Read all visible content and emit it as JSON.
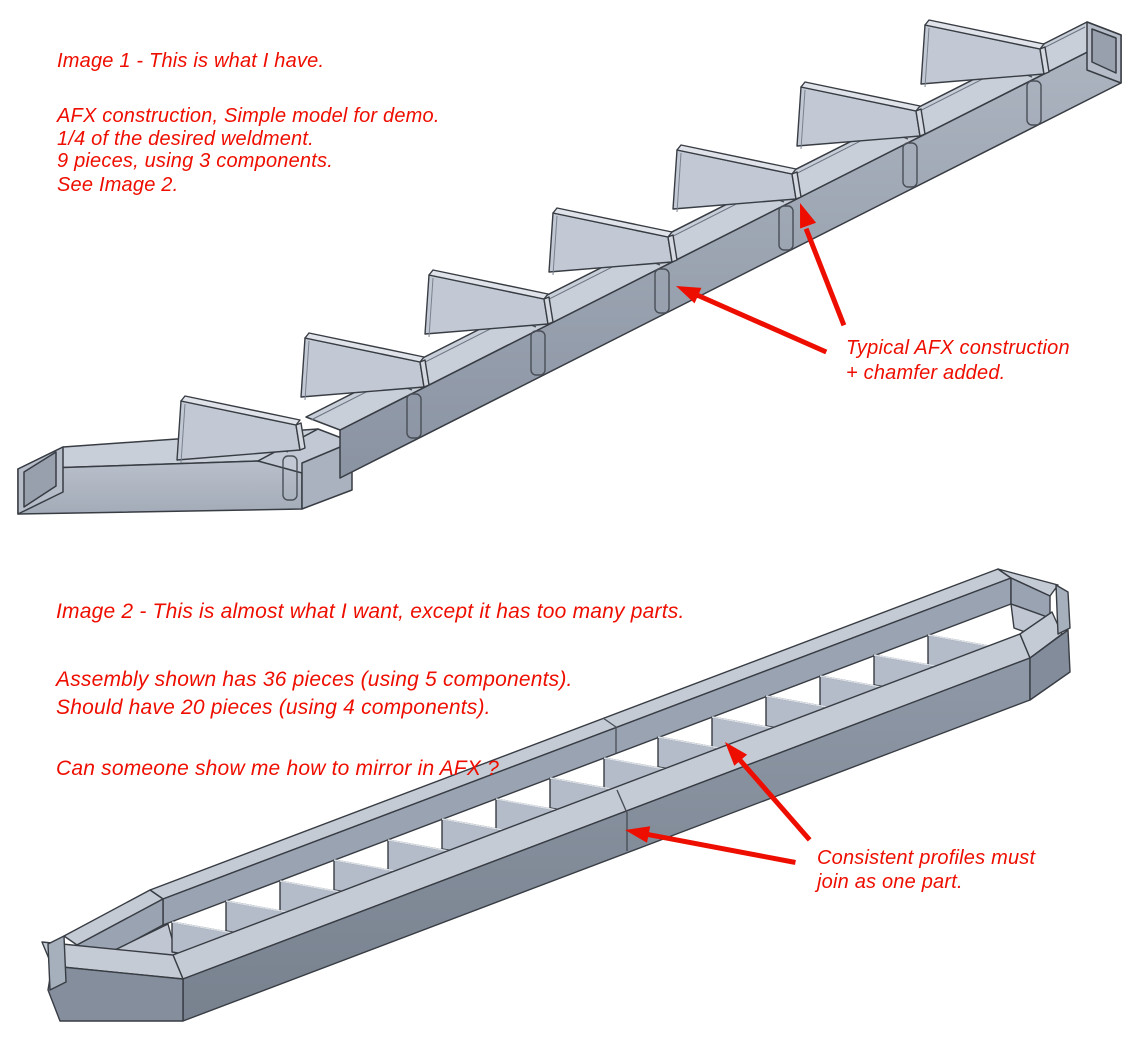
{
  "page": {
    "background": "#ffffff",
    "description": "Two annotated CAD weldment screenshots stacked vertically"
  },
  "colors": {
    "annotation_red": "#ee0e00",
    "model_top_face": "#c9cfd9",
    "model_front_face": "#9aa2b1",
    "model_dark_face": "#828c9b",
    "model_fin_face": "#c2c9d4",
    "model_rung_face": "#b4bcc9",
    "outline": "#383c43"
  },
  "image1": {
    "title": "Image 1 - This is what I have.",
    "body": [
      "AFX construction, Simple model for demo.",
      "1/4 of the desired weldment.",
      "9 pieces, using 3 components.",
      "See Image 2."
    ],
    "callout": {
      "line1": "Typical AFX construction",
      "line2": "+ chamfer added."
    }
  },
  "image2": {
    "title": "Image 2 - This is almost what I want, except it has too many parts.",
    "body": [
      "Assembly shown has 36 pieces (using 5 components).",
      "Should have 20 pieces (using 4 components)."
    ],
    "question": "Can someone show me how to mirror in AFX ?",
    "callout": {
      "line1": "Consistent profiles must",
      "line2": "join as one part."
    }
  }
}
